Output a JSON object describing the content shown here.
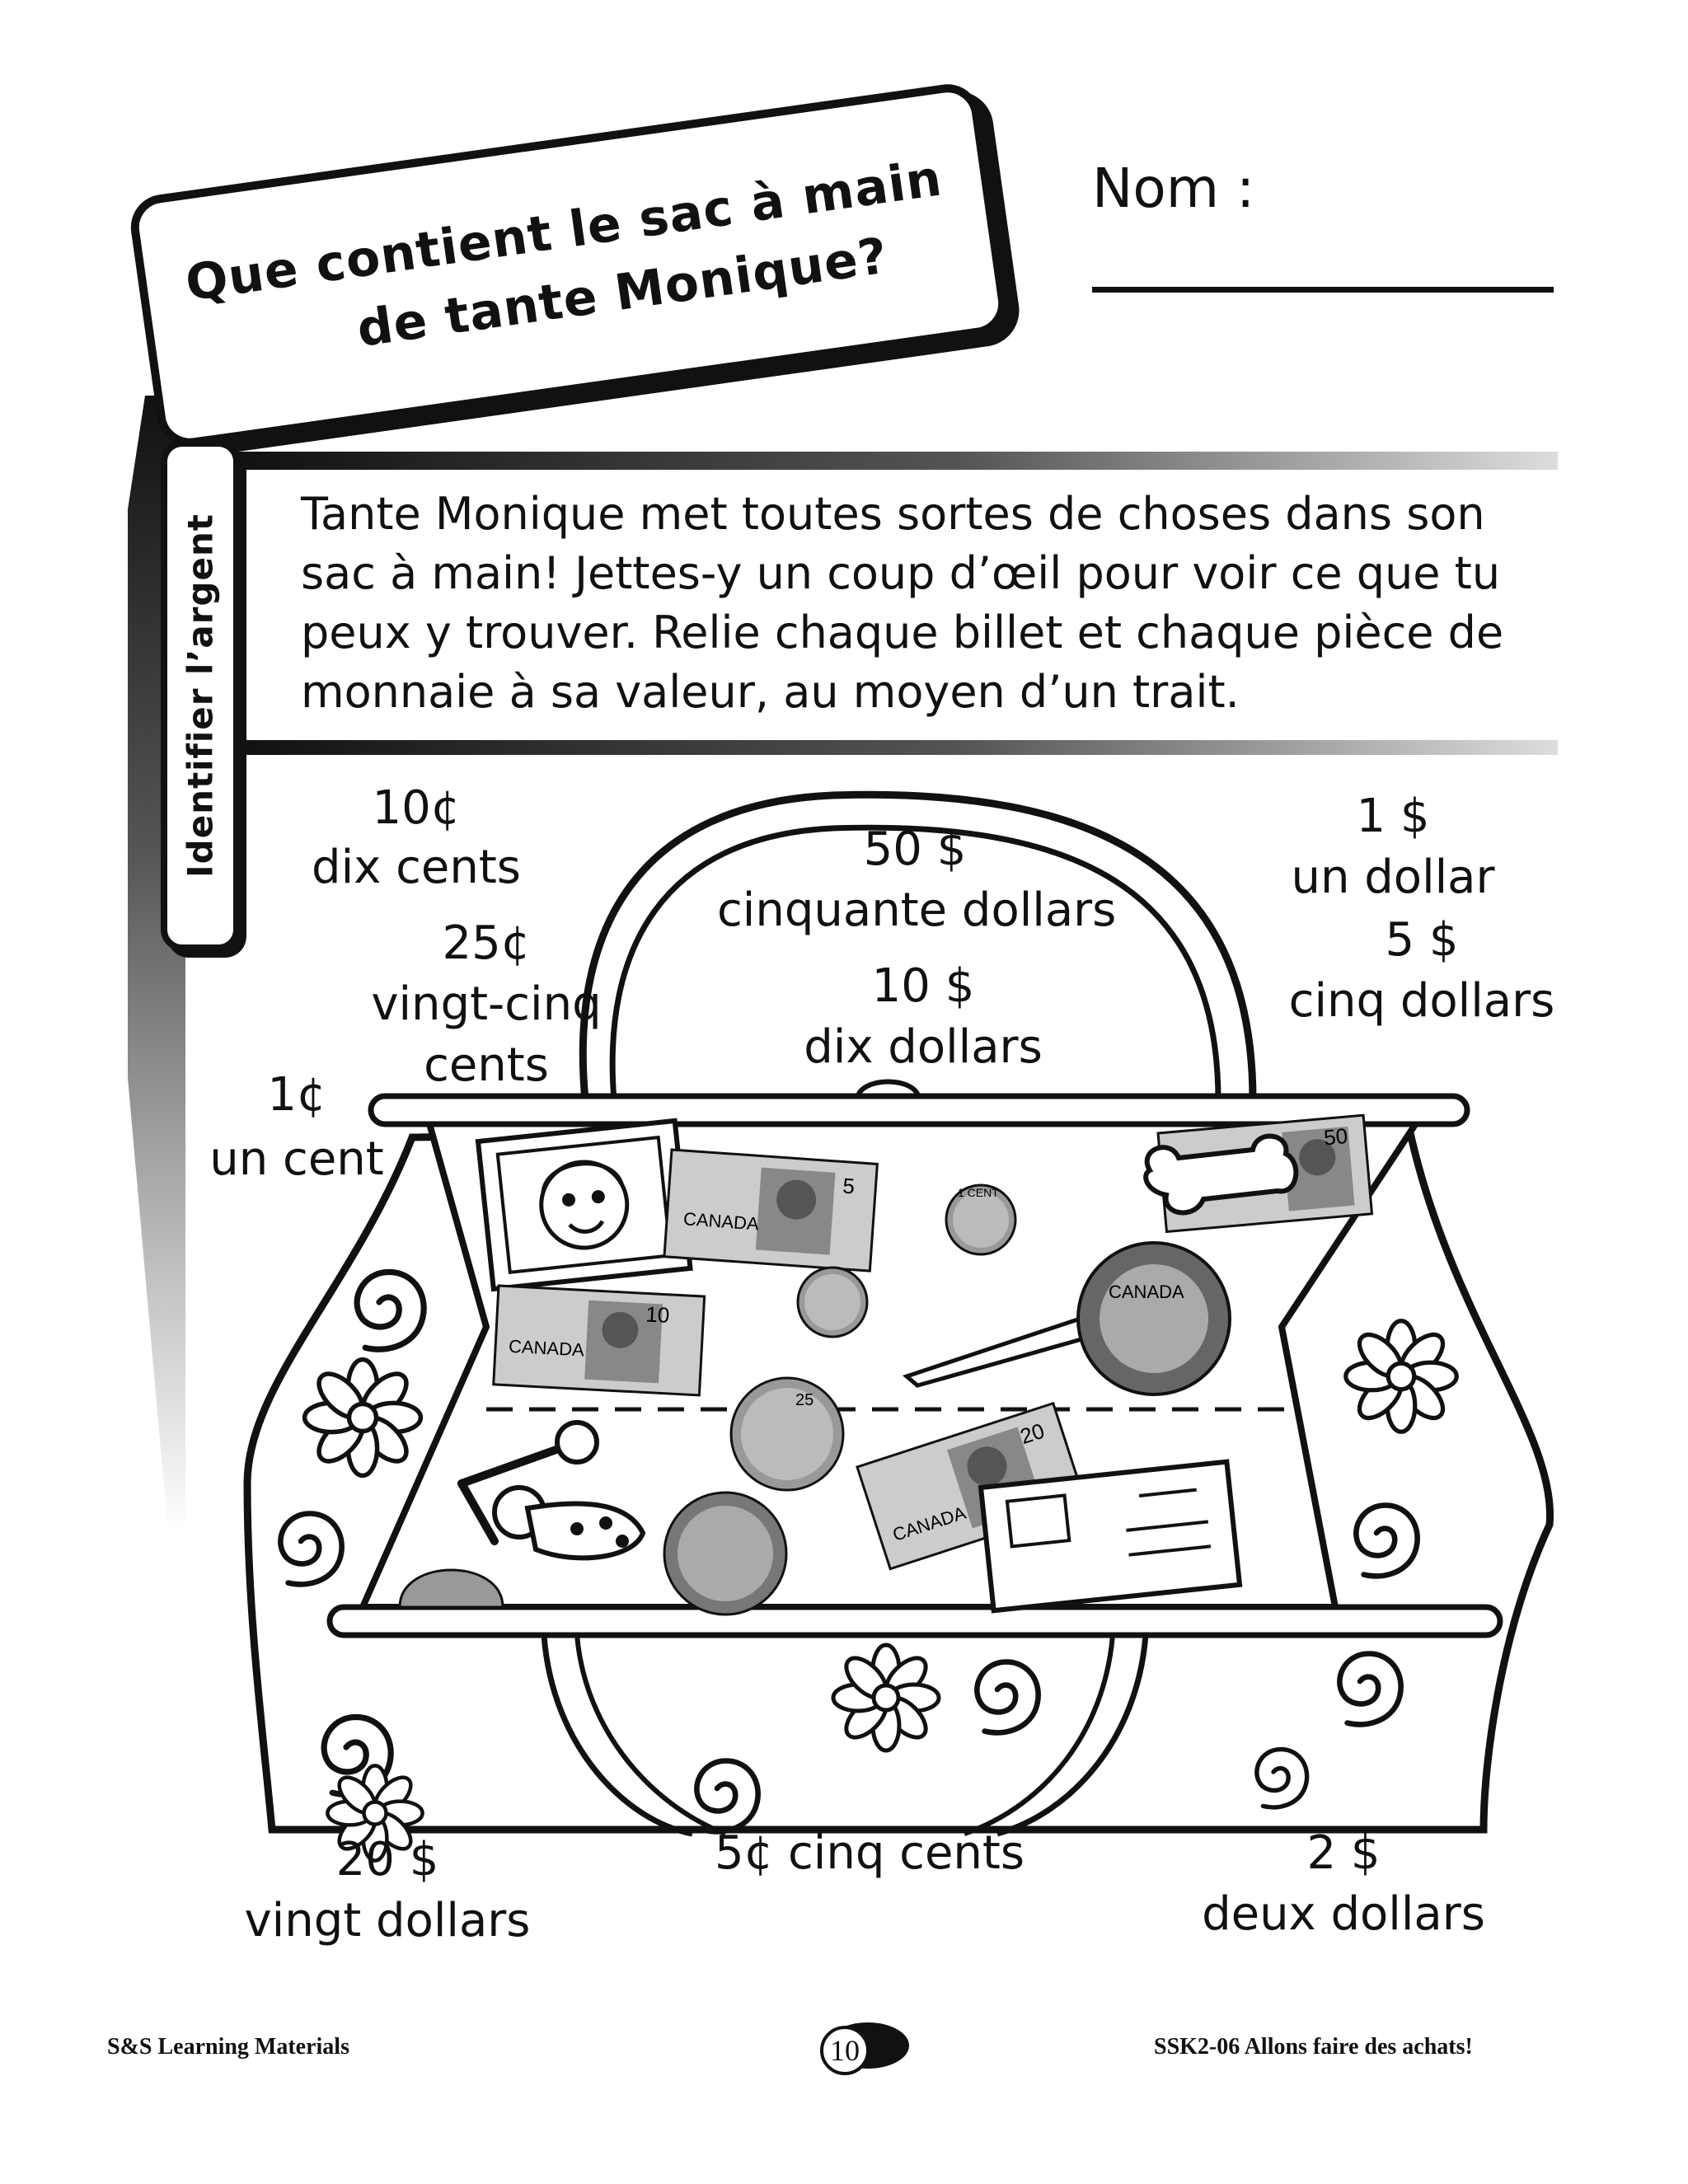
{
  "title": {
    "line1": "Que contient le sac à main",
    "line2": "de tante Monique?"
  },
  "name_label": "Nom :",
  "side_tab": "Identifier l’argent",
  "instructions": "Tante Monique met toutes sortes de choses dans son sac à main! Jettes-y un coup d’œil pour voir ce que tu peux y trouver. Relie chaque billet et chaque pièce de monnaie à sa valeur, au moyen d’un trait.",
  "labels": {
    "ten_cents": {
      "value": "10¢",
      "words": "dix cents"
    },
    "twenty_five_cents": {
      "value": "25¢",
      "words1": "vingt-cinq",
      "words2": "cents"
    },
    "one_cent": {
      "value": "1¢",
      "words": "un cent"
    },
    "fifty_dollars": {
      "value": "50 $",
      "words": "cinquante dollars"
    },
    "ten_dollars": {
      "value": "10 $",
      "words": "dix dollars"
    },
    "one_dollar": {
      "value": "1 $",
      "words": "un dollar"
    },
    "five_dollars": {
      "value": "5 $",
      "words": "cinq dollars"
    },
    "twenty_dollars": {
      "value": "20 $",
      "words": "vingt dollars"
    },
    "five_cents": {
      "value": "5¢ cinq cents"
    },
    "two_dollars": {
      "value": "2 $",
      "words": "deux dollars"
    }
  },
  "items": {
    "bill_5": {
      "number": "5",
      "country": "CANADA"
    },
    "bill_10": {
      "number": "10",
      "country": "CANADA"
    },
    "bill_20": {
      "number": "20",
      "country": "CANADA"
    },
    "bill_50": {
      "number": "50"
    },
    "coin_1": {
      "value": "1 CENT"
    },
    "coin_25": {
      "value": "25"
    },
    "coin_2": {
      "country": "CANADA"
    }
  },
  "footer": {
    "left": "S&S Learning Materials",
    "page": "10",
    "right": "SSK2-06 Allons faire des achats!"
  }
}
